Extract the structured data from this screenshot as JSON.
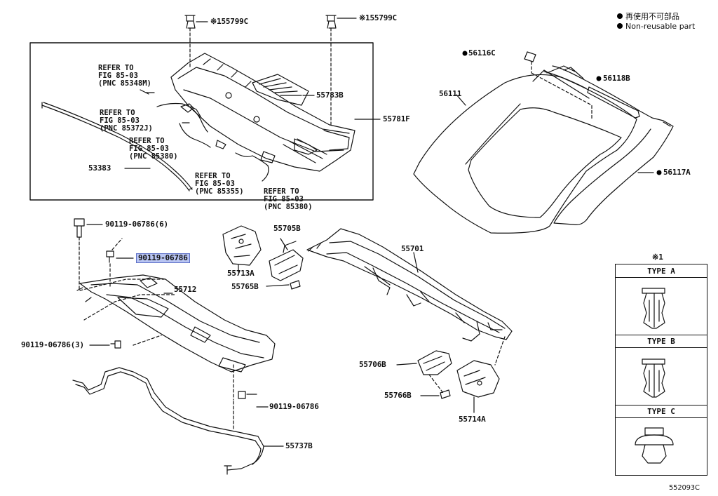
{
  "legend": {
    "line1": "再使用不可部品",
    "line2": "Non-reusable part"
  },
  "clip_labels": {
    "left": "※155799C",
    "right": "※155799C"
  },
  "parts": {
    "p56116C": "56116C",
    "p56111": "56111",
    "p56118B": "56118B",
    "p56117A": "56117A",
    "p55783B": "55783B",
    "p55781F": "55781F",
    "p53383": "53383",
    "p90119_6": "90119-06786(6)",
    "p90119_hl": "90119-06786",
    "p90119_3": "90119-06786(3)",
    "p90119_b": "90119-06786",
    "p55712": "55712",
    "p55737B": "55737B",
    "p55705B": "55705B",
    "p55713A": "55713A",
    "p55765B": "55765B",
    "p55701": "55701",
    "p55706B": "55706B",
    "p55766B": "55766B",
    "p55714A": "55714A"
  },
  "refs": {
    "r1": [
      "REFER TO",
      "FIG 85-03",
      "(PNC 85348M)"
    ],
    "r2": [
      "REFER TO",
      "FIG 85-03",
      "(PNC 85372J)"
    ],
    "r3": [
      "REFER TO",
      "FIG 85-03",
      "(PNC 85380)"
    ],
    "r4": [
      "REFER TO",
      "FIG 85-03",
      "(PNC 85355)"
    ],
    "r5": [
      "REFER TO",
      "FIG 85-03",
      "(PNC 85380)"
    ]
  },
  "types": {
    "mark": "※1",
    "a": "TYPE A",
    "b": "TYPE B",
    "c": "TYPE C"
  },
  "diagram_code": "552093C"
}
